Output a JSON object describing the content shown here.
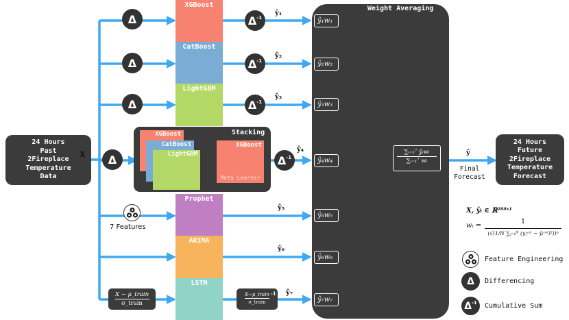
{
  "input_box": {
    "text": "24 Hours\nPast\n2Fireplace\nTemperature\nData"
  },
  "output_box": {
    "text": "24 Hours\nFuture\n2Fireplace\nTemperature\nForecast"
  },
  "x_label": "X",
  "delta_symbol": "Δ",
  "inv_delta_sup": "-1",
  "models": [
    {
      "name": "XGBoost",
      "color": "#f6826f",
      "y": "ŷ₁",
      "w": "ŷ₁w₁"
    },
    {
      "name": "CatBoost",
      "color": "#7bacd6",
      "y": "ŷ₂",
      "w": "ŷ₂w₂"
    },
    {
      "name": "LightGBM",
      "color": "#b4d865",
      "y": "ŷ₃",
      "w": "ŷ₃w₃"
    },
    {
      "name": "Stacking",
      "color": "#3b3b3b",
      "y": "ŷ₄",
      "w": "ŷ₄w₄"
    },
    {
      "name": "Prophet",
      "color": "#c07fc2",
      "y": "ŷ₅",
      "w": "ŷ₅w₅"
    },
    {
      "name": "ARIMA",
      "color": "#f8b45c",
      "y": "ŷ₆",
      "w": "ŷ₆w₆"
    },
    {
      "name": "LSTM",
      "color": "#8fd4c7",
      "y": "ŷ₇",
      "w": "ŷ₇w₇"
    }
  ],
  "stacking": {
    "title": "Stacking",
    "base": [
      "XGBoost",
      "CatBoost",
      "LightGBM"
    ],
    "meta_title": "XGBoost",
    "meta_subtitle": "Meta Learner"
  },
  "seven_features": "7 Features",
  "normalize_top": "X − μ_train",
  "normalize_bottom": "σ_train",
  "denorm_top": "X−μ_train",
  "denorm_bottom": "σ_train",
  "weight_averaging": {
    "title": "Weight Averaging",
    "num": "∑ᵢ₌₁⁷ ŷᵢwᵢ",
    "den": "∑ᵢ₌₁⁷ wᵢ"
  },
  "y_hat": "ŷ",
  "final_forecast": "Final\nForecast",
  "formulas": {
    "domain": "X, ŷᵢ ∈ ℝ²⁸⁸ˣ¹",
    "w_lhs": "wᵢ =",
    "w_num": "1",
    "w_den": "(√(1/N ∑ⱼ₌₁ᴺ (yⱼᵛᵃˡ − ŷᵢᵛᵃˡ)²))ᵖ"
  },
  "legend": [
    {
      "icon": "gears-icon",
      "label": "Feature Engineering"
    },
    {
      "icon": "delta-icon",
      "label": "Differencing"
    },
    {
      "icon": "inverse-delta-icon",
      "label": "Cumulative Sum"
    }
  ],
  "colors": {
    "arrow": "#3ea9f0",
    "dark": "#3b3b3b"
  }
}
